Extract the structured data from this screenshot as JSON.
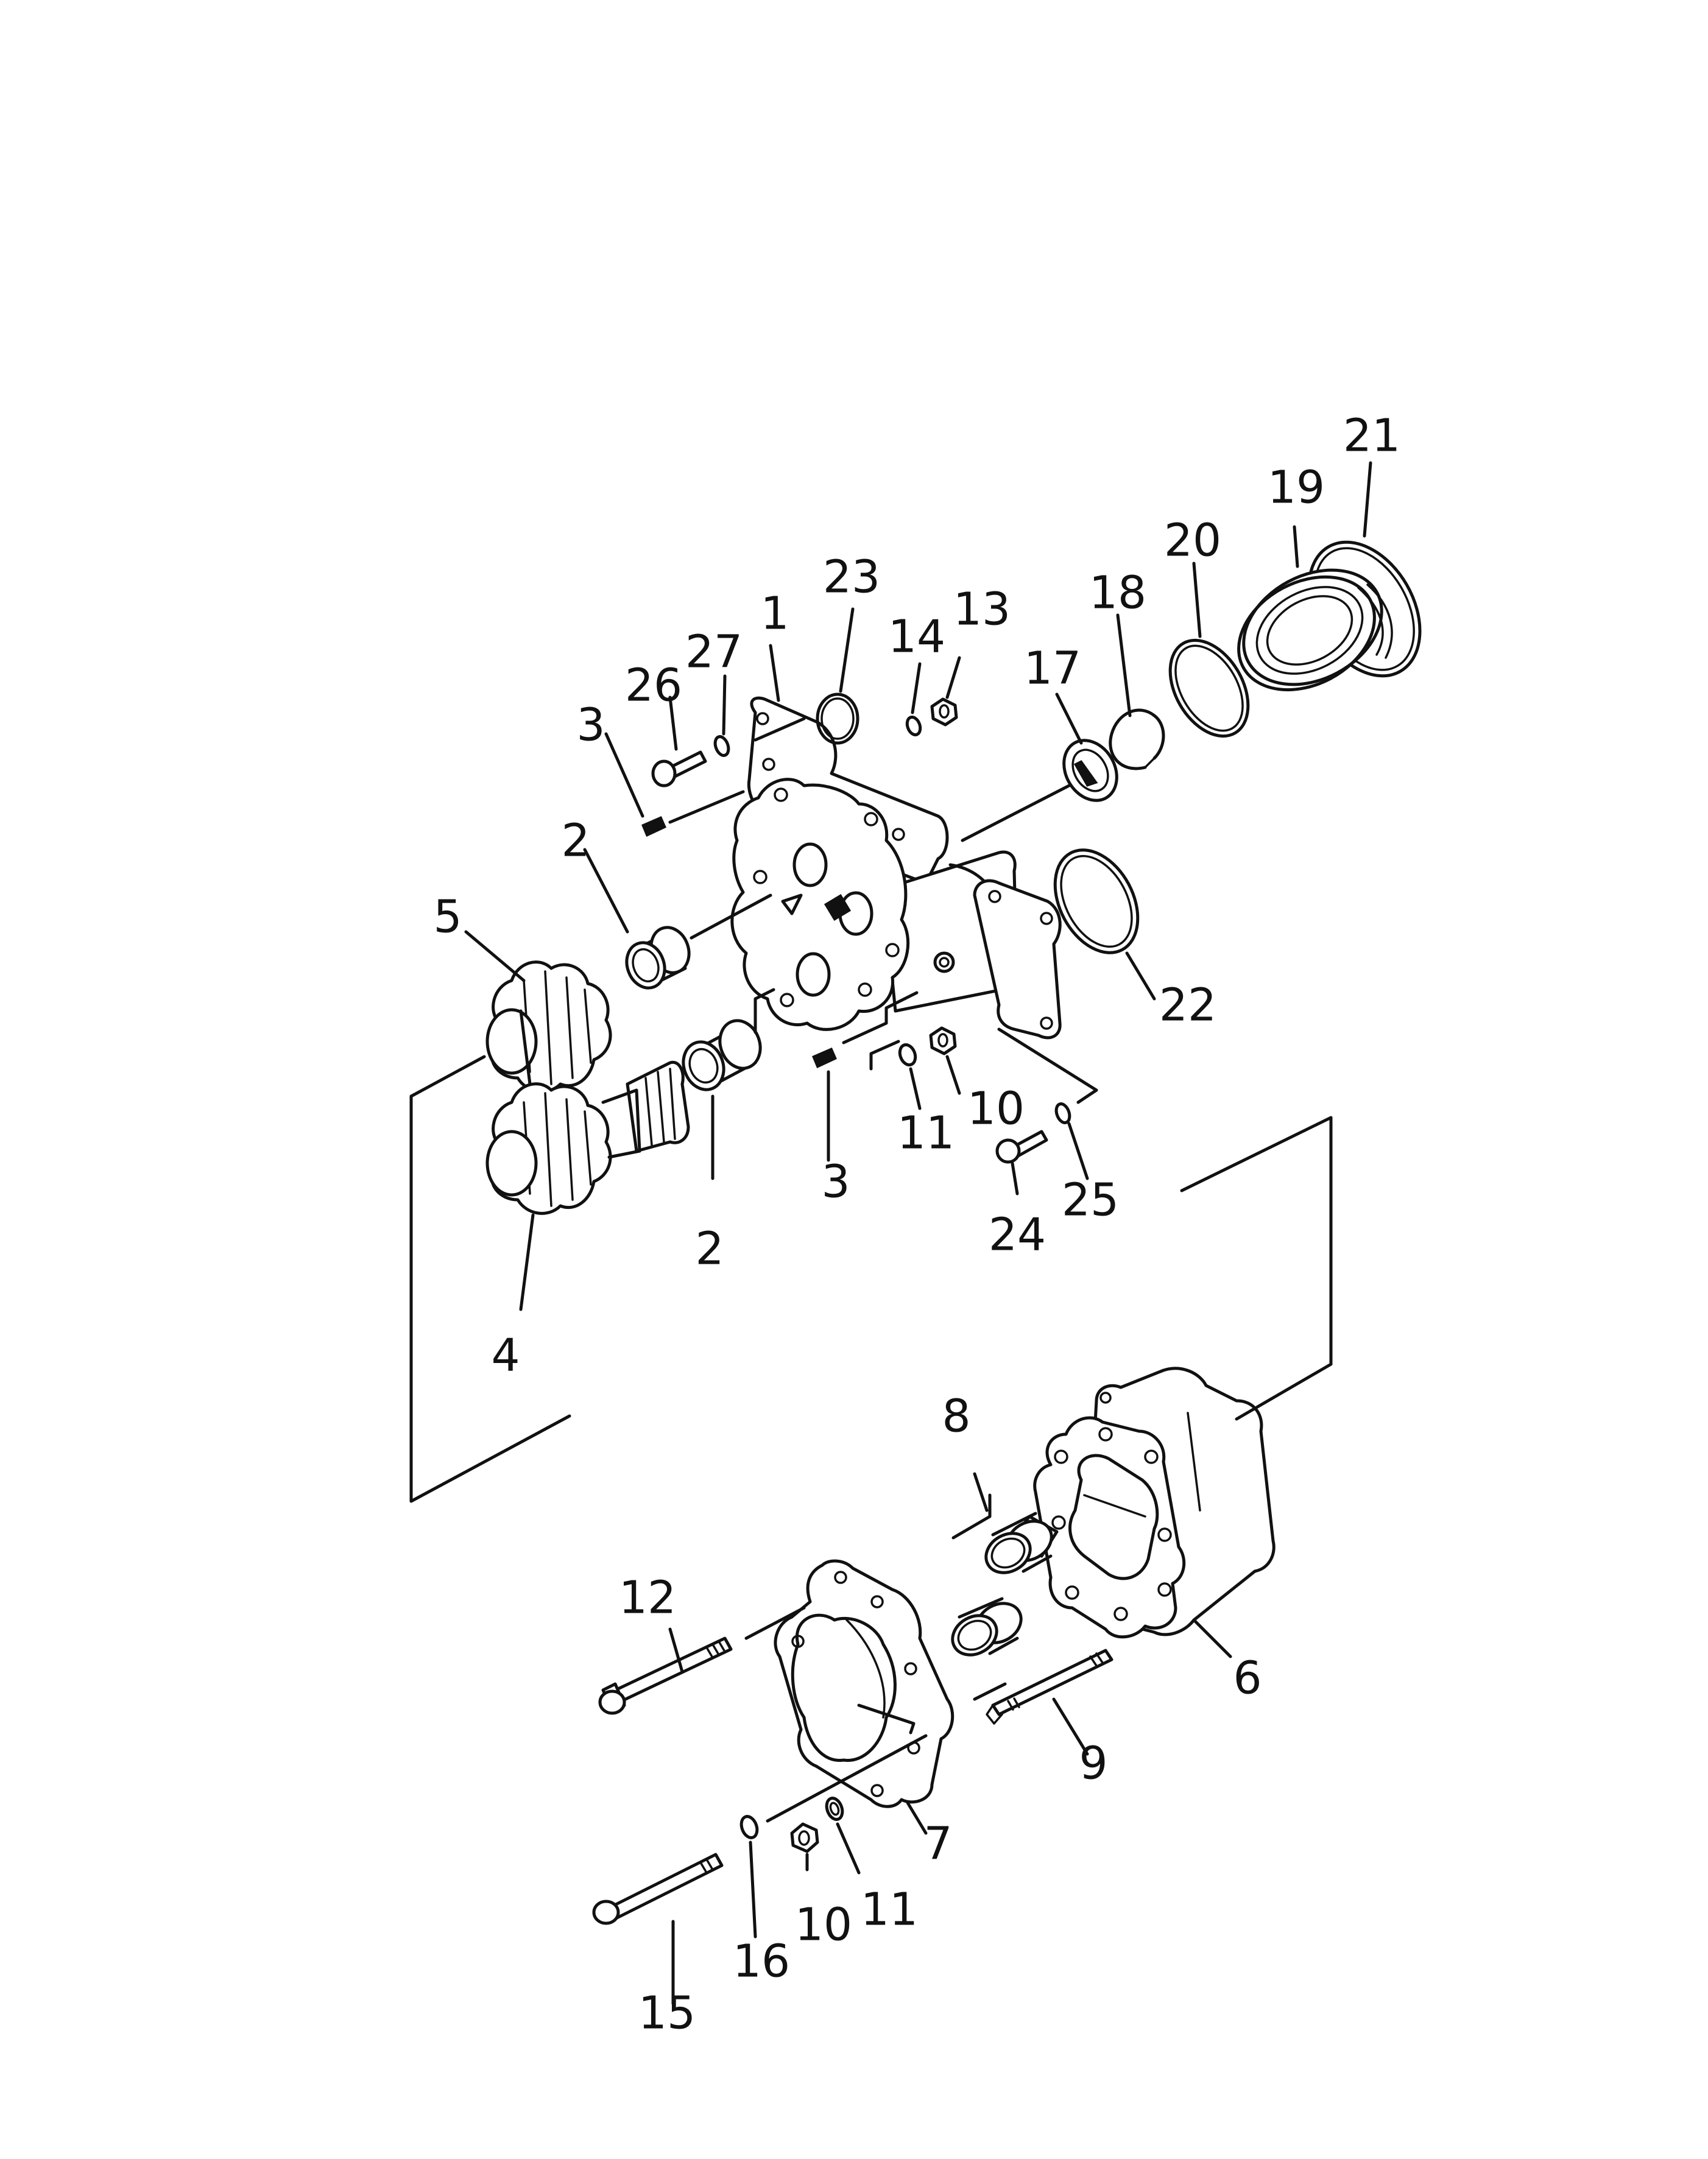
{
  "diagram": {
    "callouts": [
      {
        "id": "c1",
        "text": "1"
      },
      {
        "id": "c2a",
        "text": "2"
      },
      {
        "id": "c2b",
        "text": "2"
      },
      {
        "id": "c3a",
        "text": "3"
      },
      {
        "id": "c3b",
        "text": "3"
      },
      {
        "id": "c4",
        "text": "4"
      },
      {
        "id": "c5",
        "text": "5"
      },
      {
        "id": "c6",
        "text": "6"
      },
      {
        "id": "c7",
        "text": "7"
      },
      {
        "id": "c8",
        "text": "8"
      },
      {
        "id": "c9",
        "text": "9"
      },
      {
        "id": "c10a",
        "text": "10"
      },
      {
        "id": "c10b",
        "text": "10"
      },
      {
        "id": "c11a",
        "text": "11"
      },
      {
        "id": "c11b",
        "text": "11"
      },
      {
        "id": "c12",
        "text": "12"
      },
      {
        "id": "c13",
        "text": "13"
      },
      {
        "id": "c14",
        "text": "14"
      },
      {
        "id": "c15",
        "text": "15"
      },
      {
        "id": "c16",
        "text": "16"
      },
      {
        "id": "c17",
        "text": "17"
      },
      {
        "id": "c18",
        "text": "18"
      },
      {
        "id": "c19",
        "text": "19"
      },
      {
        "id": "c20",
        "text": "20"
      },
      {
        "id": "c21",
        "text": "21"
      },
      {
        "id": "c22",
        "text": "22"
      },
      {
        "id": "c23",
        "text": "23"
      },
      {
        "id": "c24",
        "text": "24"
      },
      {
        "id": "c25",
        "text": "25"
      },
      {
        "id": "c26",
        "text": "26"
      },
      {
        "id": "c27",
        "text": "27"
      }
    ]
  }
}
